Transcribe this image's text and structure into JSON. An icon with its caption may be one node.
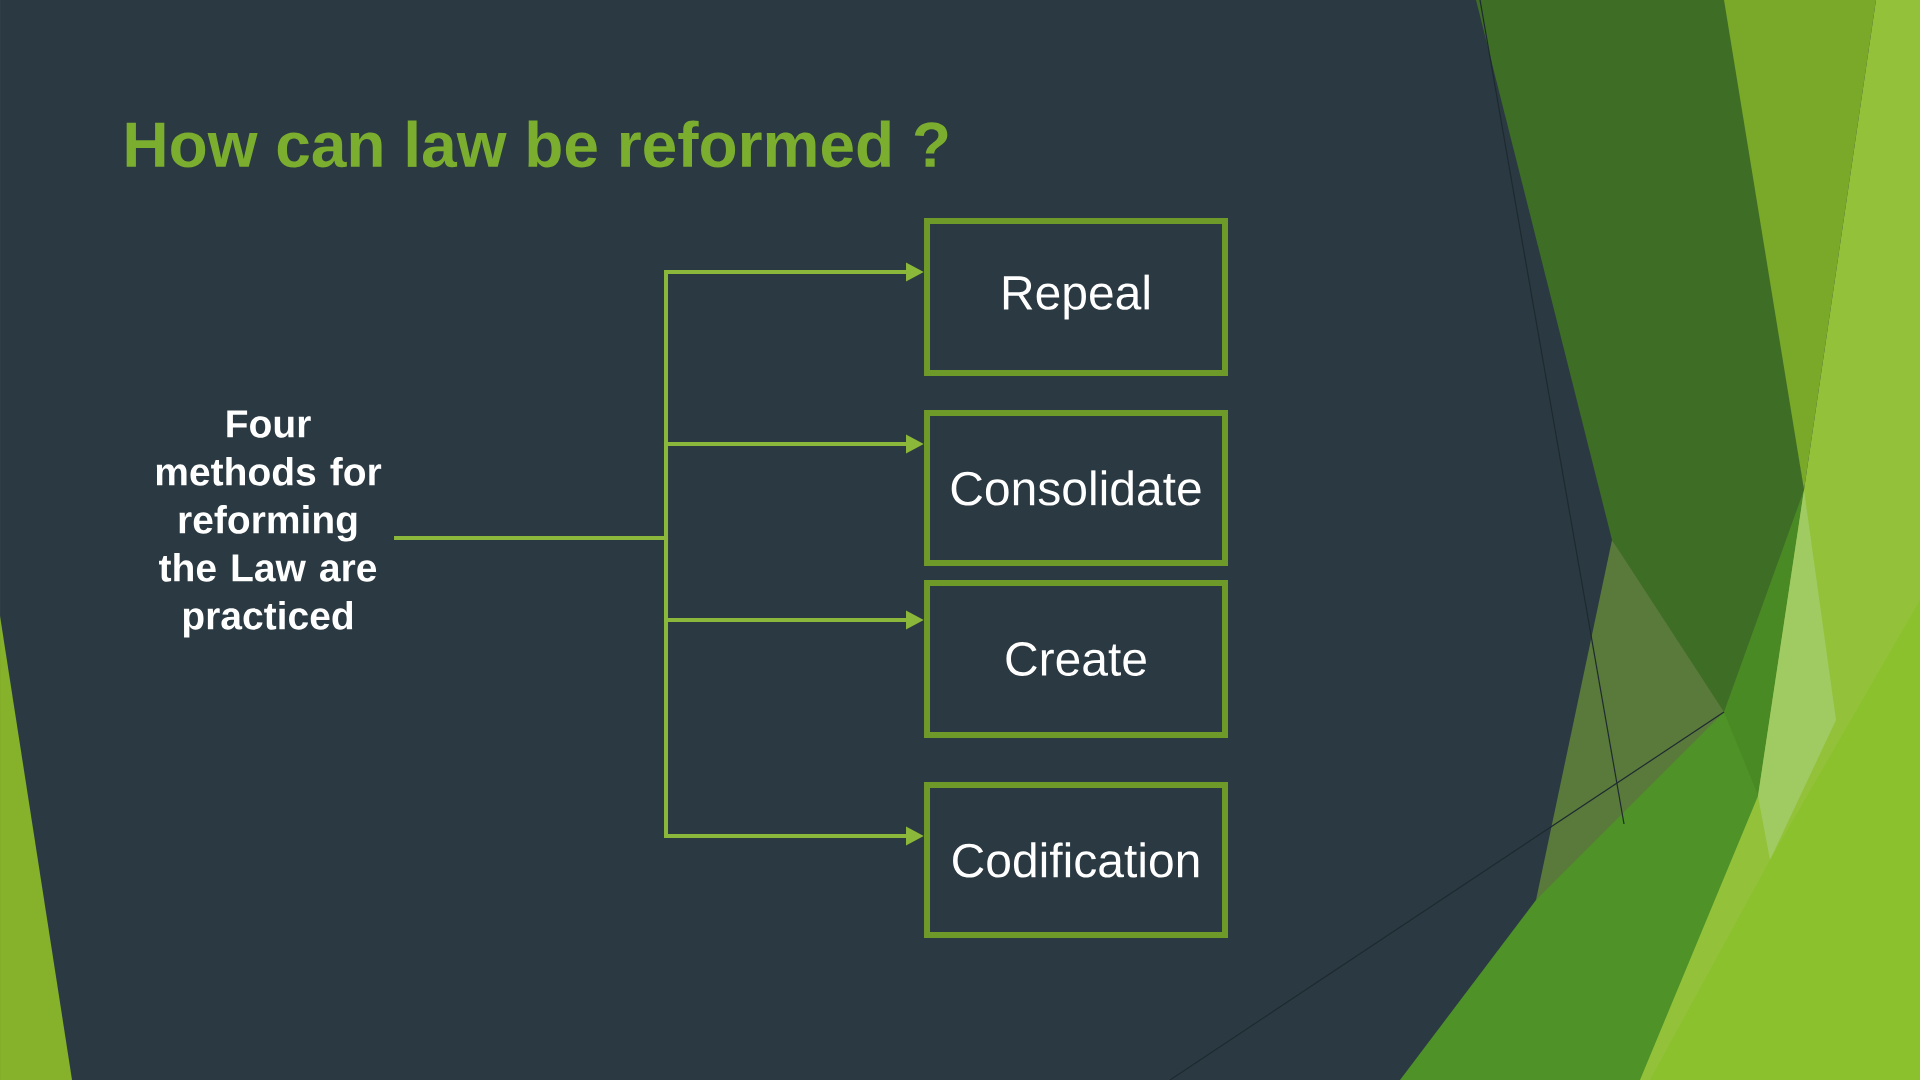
{
  "diagram": {
    "title": "How can law be reformed ?",
    "nodes": [
      {
        "text": [
          "Four methods for reforming the Law are practiced"
        ]
      },
      {
        "text": [
          "Repeal"
        ]
      },
      {
        "text": [
          "Consolidate"
        ]
      },
      {
        "text": [
          "Create"
        ]
      },
      {
        "text": [
          "Codification"
        ]
      }
    ],
    "edges": [
      {
        "from": 0,
        "to": 1,
        "arrow": "to"
      },
      {
        "from": 0,
        "to": 2,
        "arrow": "to"
      },
      {
        "from": 0,
        "to": 3,
        "arrow": "to"
      },
      {
        "from": 0,
        "to": 4,
        "arrow": "to"
      }
    ]
  }
}
